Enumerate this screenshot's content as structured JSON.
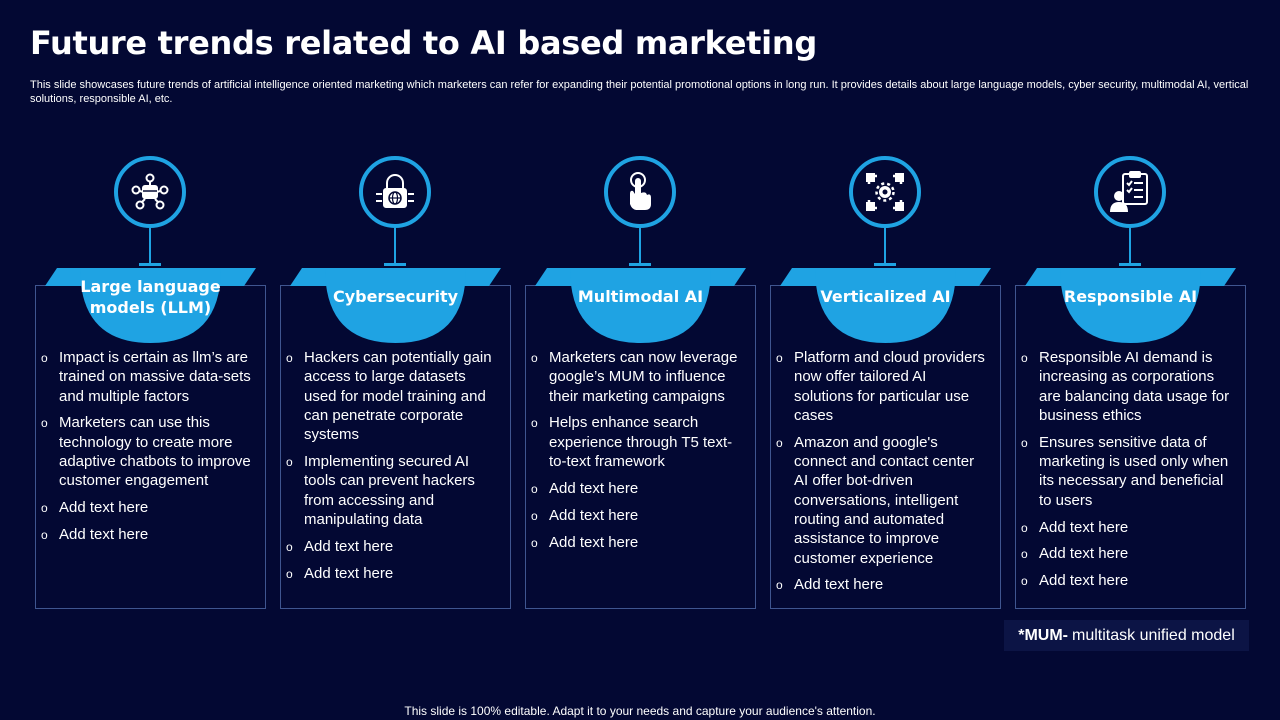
{
  "title": "Future trends related to AI based marketing",
  "subtitle": "This slide showcases future trends of artificial intelligence oriented marketing which marketers can refer for expanding their potential promotional options in long run. It provides details about large language models, cyber security, multimodal AI, vertical solutions, responsible AI, etc.",
  "colors": {
    "background": "#030833",
    "accent": "#1fa3e3",
    "card_border": "#3f5590"
  },
  "columns": [
    {
      "icon": "chatbot-network-icon",
      "label": "Large language models (LLM)",
      "bullets": [
        "Impact is certain as llm’s are trained on massive data-sets and multiple factors",
        "Marketers can use this technology to create more adaptive chatbots to improve customer engagement",
        "Add text here",
        "Add text here"
      ]
    },
    {
      "icon": "padlock-globe-icon",
      "label": "Cybersecurity",
      "bullets": [
        "Hackers can potentially gain access to large datasets used for model training and can penetrate corporate systems",
        "Implementing secured AI tools can prevent hackers from accessing and manipulating data",
        "Add text here",
        "Add text here"
      ]
    },
    {
      "icon": "touch-hand-icon",
      "label": "Multimodal AI",
      "bullets": [
        "Marketers can now leverage google’s MUM to influence their marketing campaigns",
        "Helps enhance search experience through T5 text-to-text framework",
        "Add text here",
        "Add text here",
        "Add text here"
      ]
    },
    {
      "icon": "gear-puzzle-icon",
      "label": "Verticalized AI",
      "bullets": [
        "Platform and cloud providers now offer tailored AI solutions for particular use cases",
        "Amazon and google's connect and contact center AI offer bot-driven conversations, intelligent routing and automated assistance to improve customer experience",
        "Add text here"
      ]
    },
    {
      "icon": "checklist-person-icon",
      "label": "Responsible AI",
      "bullets": [
        "Responsible AI demand is increasing as corporations are balancing data usage for business ethics",
        "Ensures sensitive data of marketing is used only when its necessary and beneficial to users",
        "Add text here",
        "Add text here",
        "Add text here"
      ]
    }
  ],
  "note": {
    "term": "*MUM-",
    "definition": "multitask unified model"
  },
  "footer": "This slide is 100% editable. Adapt it to your needs and capture your audience's attention."
}
